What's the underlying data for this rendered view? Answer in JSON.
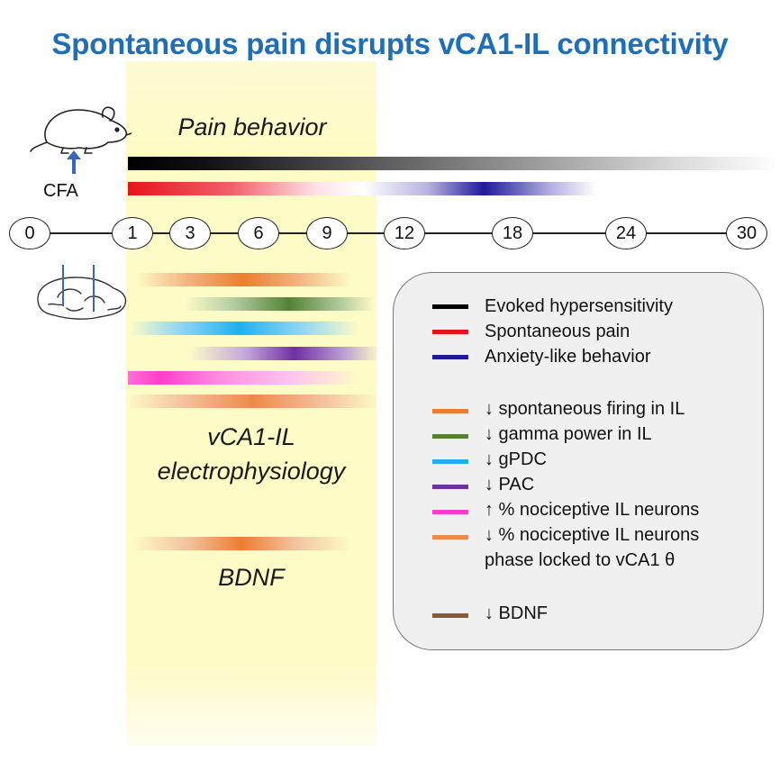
{
  "title": "Spontaneous pain disrupts vCA1-IL connectivity",
  "section_labels": {
    "pain_behavior": "Pain behavior",
    "ephys_line1": "vCA1-IL",
    "ephys_line2": "electrophysiology",
    "bdnf": "BDNF"
  },
  "cfa_label": "CFA",
  "timeline": {
    "ticks": [
      "0",
      "1",
      "3",
      "6",
      "9",
      "12",
      "18",
      "24",
      "30"
    ]
  },
  "legend": {
    "items": [
      {
        "label": "Evoked hypersensitivity",
        "color": "#000000"
      },
      {
        "label": "Spontaneous pain",
        "color": "#e8141b"
      },
      {
        "label": "Anxiety-like behavior",
        "color": "#1f1a99"
      },
      {
        "label": "↓ spontaneous firing in IL",
        "color": "#ed7d31"
      },
      {
        "label": "↓ gamma power in IL",
        "color": "#548235"
      },
      {
        "label": "↓ gPDC",
        "color": "#1fb1ee"
      },
      {
        "label": "↓ PAC",
        "color": "#7030a0"
      },
      {
        "label": "↑ % nociceptive IL neurons",
        "color": "#ff3ecb"
      },
      {
        "label": "↓ % nociceptive IL neurons",
        "color": "#ed8a4a"
      },
      {
        "label": "phase locked to vCA1 θ",
        "color": ""
      },
      {
        "label": "↓ BDNF",
        "color": "#8c5a32"
      }
    ]
  },
  "colors": {
    "title": "#1f6fb8",
    "highlight": "#fefcc6",
    "arrow": "#3a66b8"
  },
  "icons": [
    "mouse-icon",
    "brain-icon",
    "up-arrow-icon"
  ]
}
